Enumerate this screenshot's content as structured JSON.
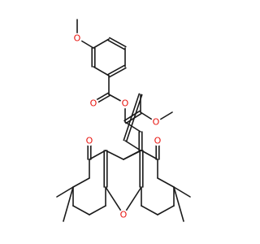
{
  "molecule": {
    "colors": {
      "bond": "#1a1a1a",
      "oxygen": "#e8140f"
    },
    "atoms": [
      {
        "id": "O_ome1",
        "label": "O",
        "color": "#e8140f"
      },
      {
        "id": "O_carbonyl",
        "label": "O",
        "color": "#e8140f"
      },
      {
        "id": "O_ester",
        "label": "O",
        "color": "#e8140f"
      },
      {
        "id": "O_ome2",
        "label": "O",
        "color": "#e8140f"
      },
      {
        "id": "O_ketone_left",
        "label": "O",
        "color": "#e8140f"
      },
      {
        "id": "O_ketone_right",
        "label": "O",
        "color": "#e8140f"
      },
      {
        "id": "O_xanthene",
        "label": "O",
        "color": "#e8140f"
      }
    ]
  }
}
